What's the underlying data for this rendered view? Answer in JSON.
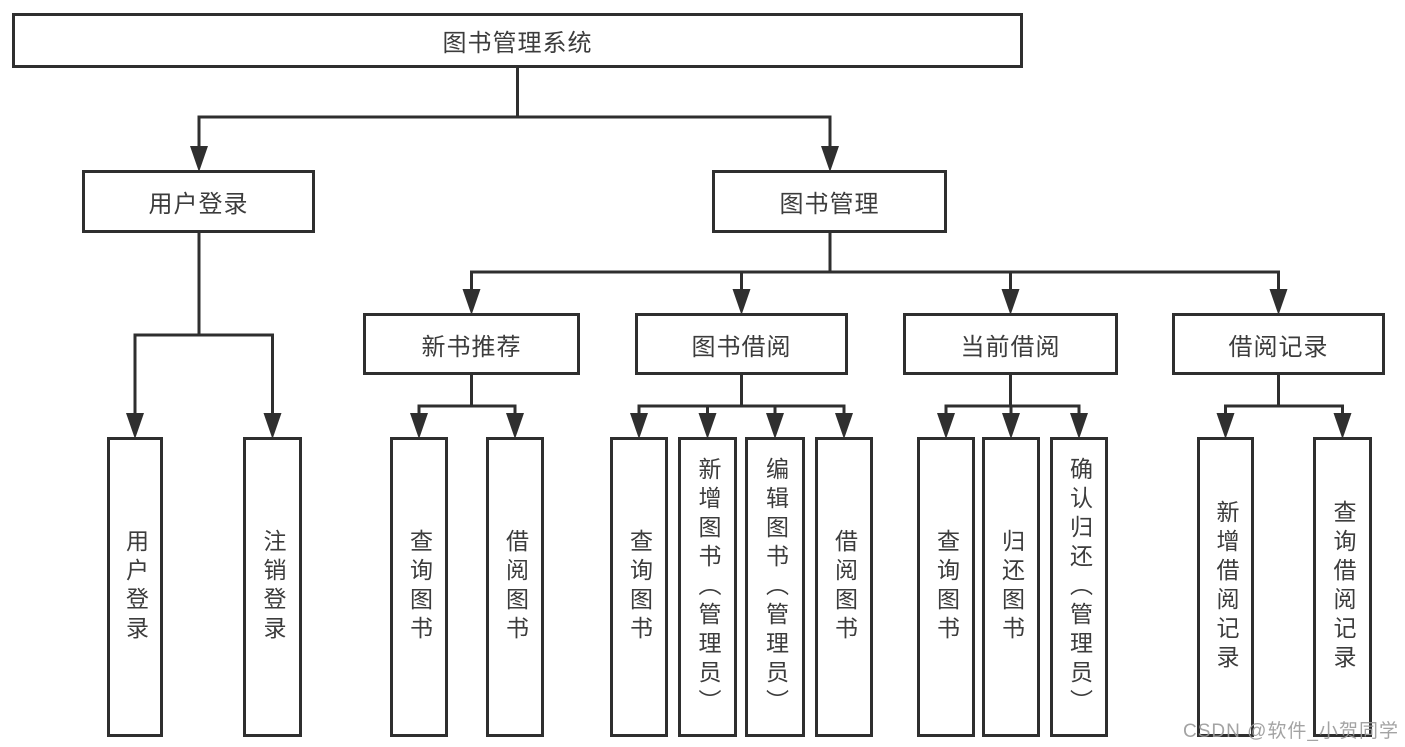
{
  "diagram": {
    "root": {
      "label": "图书管理系统"
    },
    "level2": [
      {
        "id": "user-login",
        "label": "用户登录"
      },
      {
        "id": "book-management",
        "label": "图书管理"
      }
    ],
    "level3": [
      {
        "id": "new-book-recommend",
        "label": "新书推荐",
        "parent": "book-management"
      },
      {
        "id": "book-borrowing",
        "label": "图书借阅",
        "parent": "book-management"
      },
      {
        "id": "current-borrowing",
        "label": "当前借阅",
        "parent": "book-management"
      },
      {
        "id": "borrowing-records",
        "label": "借阅记录",
        "parent": "book-management"
      }
    ],
    "leaves": {
      "user_login": [
        "用户登录",
        "注销登录"
      ],
      "new_book": [
        "查询图书",
        "借阅图书"
      ],
      "book_borrowing": [
        "查询图书",
        "新增图书（管理员）",
        "编辑图书（管理员）",
        "借阅图书"
      ],
      "current_borrowing": [
        "查询图书",
        "归还图书",
        "确认归还（管理员）"
      ],
      "records": [
        "新增借阅记录",
        "查询借阅记录"
      ]
    }
  },
  "watermark": {
    "text": "CSDN @软件_小贺同学"
  },
  "colors": {
    "line": "#2f2f2f",
    "text": "#3c3c3c",
    "watermark": "#9a9a9a",
    "background": "#ffffff"
  }
}
